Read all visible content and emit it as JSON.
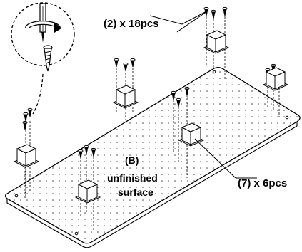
{
  "callouts": {
    "screws": "(2) x 18pcs",
    "blocks": "(7) x 6pcs"
  },
  "surface": {
    "part": "(B)",
    "line1": "unfinished",
    "line2": "surface"
  },
  "icons": {
    "screwdriver": "screwdriver-rotate-icon",
    "screw": "screw-icon"
  }
}
